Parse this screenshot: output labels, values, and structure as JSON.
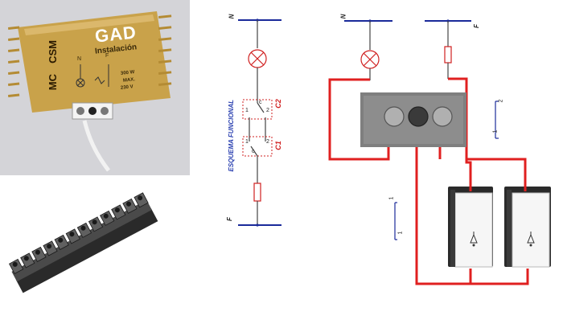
{
  "photo_device": {
    "brand": "GAD",
    "model_line1": "MC",
    "model_line2": "CSM",
    "subtitle": "Instalación",
    "terminal_n": "N",
    "terminal_f": "F",
    "ratings": [
      "300 W",
      "MAX.",
      "230 V"
    ]
  },
  "functional_schema": {
    "title": "ESQUEMA FUNCIONAL",
    "top_label": "N",
    "bottom_label": "F",
    "switch_top": {
      "name": "C2",
      "contacts": [
        "c",
        "1",
        "2"
      ]
    },
    "switch_bottom": {
      "name": "C1",
      "contacts": [
        "c",
        "1",
        "2"
      ]
    }
  },
  "wiring_diagram": {
    "neutral_label": "N",
    "phase_label": "F",
    "small_switch_right": [
      "1",
      "2"
    ],
    "small_switch_left": [
      "1",
      "1"
    ]
  },
  "colors": {
    "wire_red": "#e02020",
    "line_blue": "#1a2a9a",
    "label_blue": "#2a40b0",
    "schema_red": "#d02020",
    "gold": "#c9a24a"
  }
}
